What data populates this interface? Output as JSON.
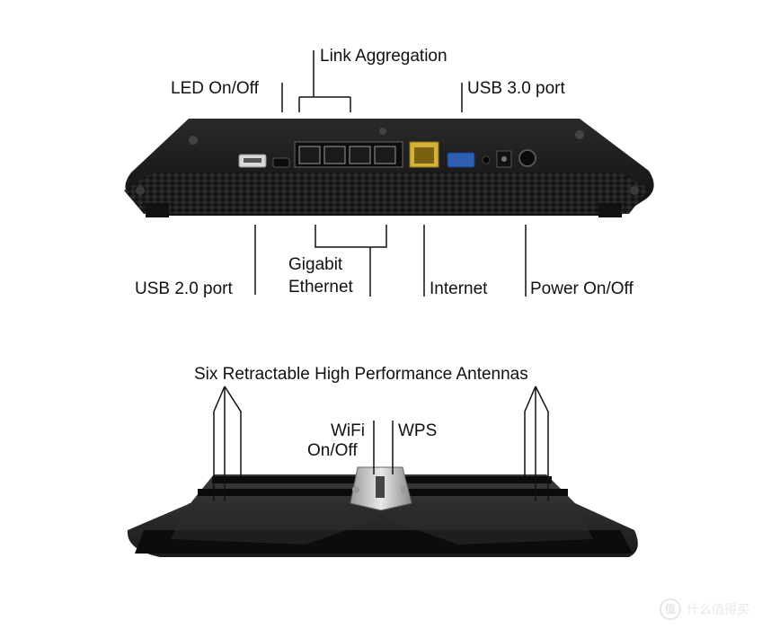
{
  "top_panel": {
    "labels": {
      "link_aggregation": "Link Aggregation",
      "led_on_off": "LED On/Off",
      "usb3_port": "USB 3.0 port",
      "usb2_port": "USB 2.0 port",
      "gigabit_line1": "Gigabit",
      "gigabit_line2": "Ethernet",
      "internet": "Internet",
      "power_on_off": "Power On/Off"
    }
  },
  "bottom_panel": {
    "labels": {
      "antennas": "Six Retractable High Performance Antennas",
      "wifi_line1": "WiFi",
      "wifi_line2": "On/Off",
      "wps": "WPS"
    }
  },
  "watermark": {
    "badge": "值",
    "text": "什么值得买"
  },
  "colors": {
    "router_body": "#1c1c1c",
    "router_edge": "#2a2a2a",
    "internet_port": "#d4b23a",
    "usb3_port": "#2f5fb3",
    "leader_line": "#111111"
  }
}
